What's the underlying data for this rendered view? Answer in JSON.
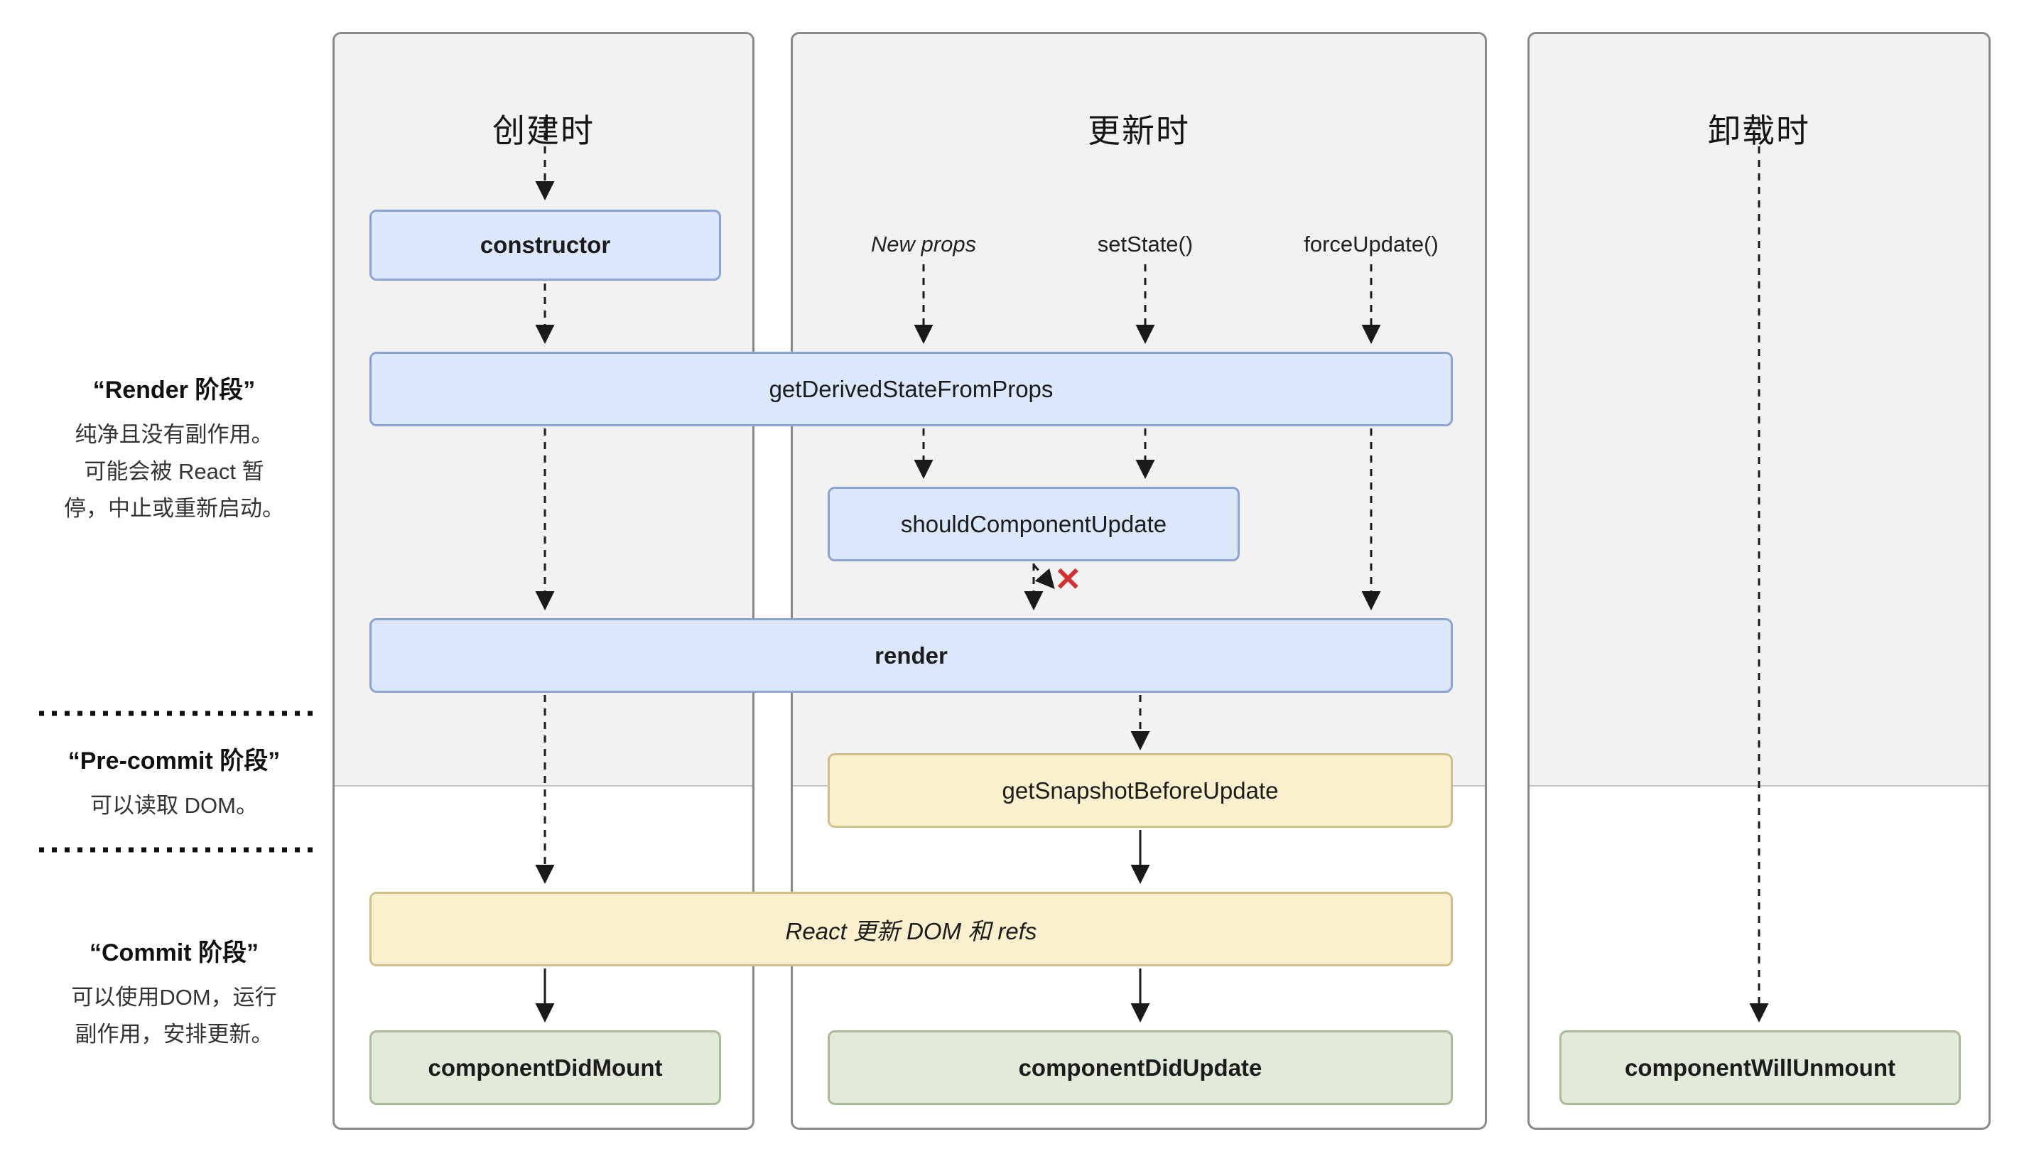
{
  "columns": {
    "mounting": "创建时",
    "updating": "更新时",
    "unmounting": "卸载时"
  },
  "sidebar": {
    "render_phase": {
      "title": "“Render 阶段”",
      "body": "纯净且没有副作用。\n可能会被 React 暂\n停，中止或重新启动。"
    },
    "pre_commit_phase": {
      "title": "“Pre-commit 阶段”",
      "body": "可以读取 DOM。"
    },
    "commit_phase": {
      "title": "“Commit 阶段”",
      "body": "可以使用DOM，运行\n副作用，安排更新。"
    }
  },
  "triggers": {
    "new_props": "New props",
    "set_state": "setState()",
    "force_update": "forceUpdate()"
  },
  "nodes": {
    "constructor": "constructor",
    "get_derived_state_from_props": "getDerivedStateFromProps",
    "should_component_update": "shouldComponentUpdate",
    "render": "render",
    "get_snapshot_before_update": "getSnapshotBeforeUpdate",
    "react_updates_dom": "React 更新 DOM 和 refs",
    "component_did_mount": "componentDidMount",
    "component_did_update": "componentDidUpdate",
    "component_will_unmount": "componentWillUnmount"
  },
  "icons": {
    "skip_update": "✕"
  },
  "colors": {
    "lifecycle_method": "#dbe7fa",
    "lifecycle_method_border": "#8ba4d3",
    "react_internal": "#fbf0cd",
    "react_internal_border": "#cfc08a",
    "commit_method": "#e2ebda",
    "commit_method_border": "#a9bb97",
    "render_phase_background": "#f2f2f3",
    "skip_x": "#d43030"
  }
}
